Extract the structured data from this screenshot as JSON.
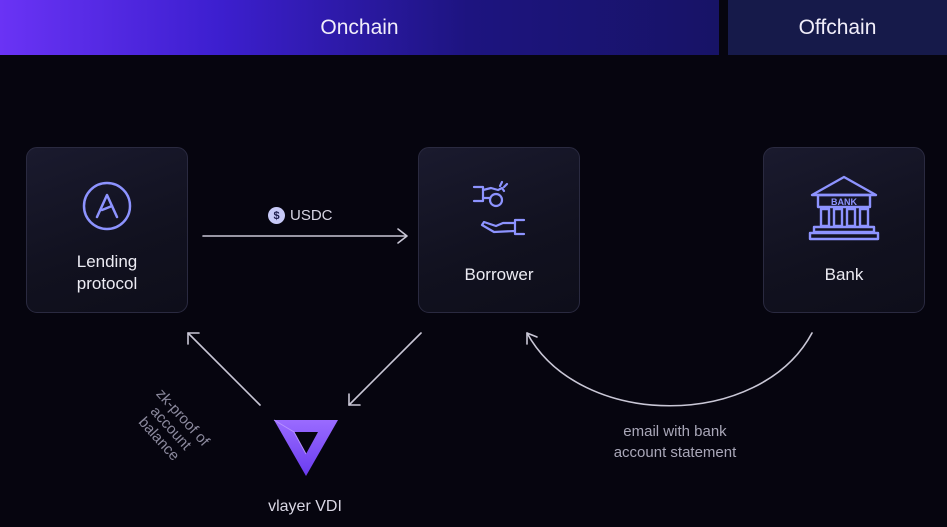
{
  "header": {
    "onchain": "Onchain",
    "offchain": "Offchain"
  },
  "nodes": {
    "lending": {
      "line1": "Lending",
      "line2": "protocol",
      "icon": "aave-icon"
    },
    "borrower": {
      "label": "Borrower",
      "icon": "handshake-icon"
    },
    "bank": {
      "label": "Bank",
      "icon": "bank-building-icon",
      "sign_text": "BANK"
    },
    "vlayer": {
      "label": "vlayer VDI",
      "icon": "vlayer-logo"
    }
  },
  "edges": {
    "usdc": {
      "label": "USDC",
      "icon": "usdc-coin-icon"
    },
    "zk_proof": {
      "line1": "zk-proof of",
      "line2": "account",
      "line3": "balance"
    },
    "email": {
      "line1": "email with bank",
      "line2": "account statement"
    }
  },
  "colors": {
    "accent": "#8c5cff",
    "arrow": "#c9c7d6",
    "header_start": "#6a33f5",
    "header_end": "#171366",
    "offchain_bg": "#161a4a"
  }
}
